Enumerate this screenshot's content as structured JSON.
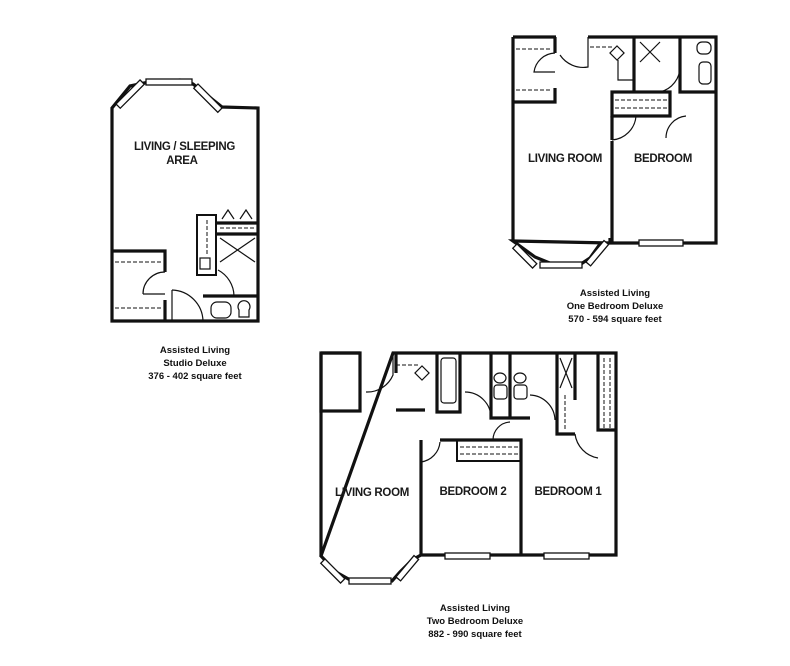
{
  "plans": [
    {
      "id": "studio",
      "rooms": [
        {
          "label": "LIVING / SLEEPING"
        },
        {
          "label": "AREA"
        }
      ],
      "caption": {
        "line1": "Assisted Living",
        "line2": "Studio Deluxe",
        "line3": "376 - 402 square feet"
      }
    },
    {
      "id": "one-bedroom",
      "rooms": [
        {
          "label": "LIVING ROOM"
        },
        {
          "label": "BEDROOM"
        }
      ],
      "caption": {
        "line1": "Assisted Living",
        "line2": "One Bedroom Deluxe",
        "line3": "570 - 594 square feet"
      }
    },
    {
      "id": "two-bedroom",
      "rooms": [
        {
          "label": "LIVING ROOM"
        },
        {
          "label": "BEDROOM 2"
        },
        {
          "label": "BEDROOM 1"
        }
      ],
      "caption": {
        "line1": "Assisted Living",
        "line2": "Two Bedroom Deluxe",
        "line3": "882 - 990 square feet"
      }
    }
  ]
}
